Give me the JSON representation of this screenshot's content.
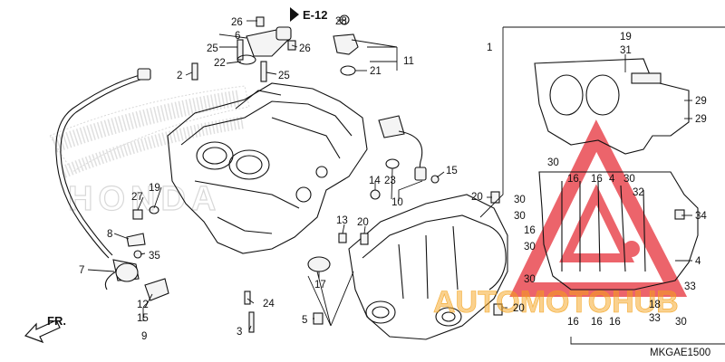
{
  "diagram": {
    "code": "MKGAE1500",
    "ref_label": "E-12",
    "direction_label": "FR.",
    "watermark_brand": "HONDA",
    "watermark_text": "AUTOMOTOHUB",
    "colors": {
      "watermark_red": "#e6313a",
      "watermark_orange": "#f4a21a",
      "watermark_gray": "#b9b9b9",
      "ink": "#111111"
    },
    "callouts": [
      "1",
      "2",
      "3",
      "4",
      "5",
      "6",
      "7",
      "8",
      "9",
      "10",
      "11",
      "12",
      "13",
      "14",
      "15",
      "16",
      "17",
      "18",
      "19",
      "20",
      "21",
      "22",
      "23",
      "24",
      "25",
      "26",
      "27",
      "28",
      "29",
      "30",
      "31",
      "32",
      "33",
      "34",
      "35"
    ]
  }
}
